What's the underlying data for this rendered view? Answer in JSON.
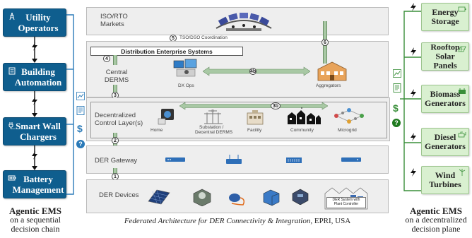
{
  "left_chain": {
    "boxes": [
      {
        "label": "Utility Operators",
        "icon": "tower-icon"
      },
      {
        "label": "Building Automation",
        "icon": "building-icon"
      },
      {
        "label": "Smart Wall Chargers",
        "icon": "plug-icon"
      },
      {
        "label": "Battery Management",
        "icon": "battery-icon"
      }
    ],
    "caption_title": "Agentic EMS",
    "caption_line1": "on a sequential",
    "caption_line2": "decision chain"
  },
  "center": {
    "layers": [
      {
        "name": "ISO/RTO Markets"
      },
      {
        "name": "Central DERMS"
      },
      {
        "name": "Decentralized Control Layer(s)"
      },
      {
        "name": "DER Gateway"
      },
      {
        "name": "DER Devices"
      }
    ],
    "des_label": "Distribution Enterprise Systems",
    "coordination_label": "TSO/DSO Coordination",
    "dx_ops_label": "DX Ops",
    "aggregators_label": "Aggregators",
    "home_label": "Home",
    "substation_label_1": "Substation /",
    "substation_label_2": "Decentral DERMS",
    "facility_label": "Facility",
    "community_label": "Community",
    "microgrid_label": "Microgrid",
    "plant_controller_label_1": "DER System with",
    "plant_controller_label_2": "Plant Controller",
    "markers": [
      "1",
      "2",
      "3",
      "3b",
      "4",
      "4b",
      "5",
      "6"
    ]
  },
  "side_icons": [
    "chart-icon",
    "document-icon",
    "dollar-icon",
    "question-icon"
  ],
  "side_symbols": {
    "dollar": "$",
    "question": "?"
  },
  "right_column": {
    "boxes": [
      {
        "label": "Energy Storage",
        "icon": "storage-icon"
      },
      {
        "label": "Rooftop Solar Panels",
        "icon": "solar-icon"
      },
      {
        "label": "Biomass Generators",
        "icon": "biomass-icon"
      },
      {
        "label": "Diesel Generators",
        "icon": "diesel-icon"
      },
      {
        "label": "Wind Turbines",
        "icon": "wind-icon"
      }
    ],
    "caption_title": "Agentic EMS",
    "caption_line1": "on a decentralized",
    "caption_line2": "decision plane"
  },
  "figure_caption": {
    "italic": "Federated Architecture for DER Connectivity & Integration",
    "rest": ", EPRI, USA"
  },
  "colors": {
    "left_box": "#0f5e8e",
    "right_box": "#d9f0d0",
    "connector": "#3a8f3a",
    "arrow": "#a8c8a4"
  }
}
